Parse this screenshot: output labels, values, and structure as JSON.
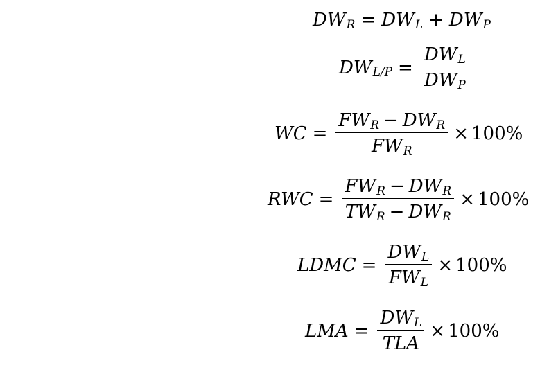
{
  "equations": {
    "eq1": {
      "lhs": {
        "var": "DW",
        "sub": "R"
      },
      "eq": "=",
      "t1": {
        "var": "DW",
        "sub": "L"
      },
      "plus": "+",
      "t2": {
        "var": "DW",
        "sub": "P"
      }
    },
    "eq2": {
      "lhs": {
        "var": "DW",
        "sub": "L/P"
      },
      "eq": "=",
      "num": {
        "var": "DW",
        "sub": "L"
      },
      "den": {
        "var": "DW",
        "sub": "P"
      }
    },
    "eq3": {
      "lhs": "WC",
      "eq": "=",
      "num_a": {
        "var": "FW",
        "sub": "R"
      },
      "minus": "−",
      "num_b": {
        "var": "DW",
        "sub": "R"
      },
      "den": {
        "var": "FW",
        "sub": "R"
      },
      "times": "×",
      "pct": "100%"
    },
    "eq4": {
      "lhs": "RWC",
      "eq": "=",
      "num_a": {
        "var": "FW",
        "sub": "R"
      },
      "minus": "−",
      "num_b": {
        "var": "DW",
        "sub": "R"
      },
      "den_a": {
        "var": "TW",
        "sub": "R"
      },
      "den_minus": "−",
      "den_b": {
        "var": "DW",
        "sub": "R"
      },
      "times": "×",
      "pct": "100%"
    },
    "eq5": {
      "lhs": "LDMC",
      "eq": "=",
      "num": {
        "var": "DW",
        "sub": "L"
      },
      "den": {
        "var": "FW",
        "sub": "L"
      },
      "times": "×",
      "pct": "100%"
    },
    "eq6": {
      "lhs": "LMA",
      "eq": "=",
      "num": {
        "var": "DW",
        "sub": "L"
      },
      "den": "TLA",
      "times": "×",
      "pct": "100%"
    }
  }
}
